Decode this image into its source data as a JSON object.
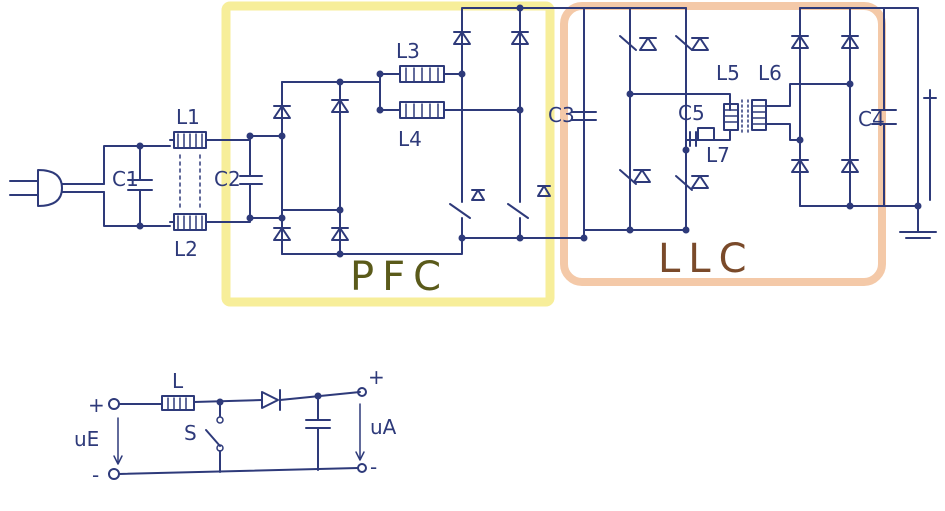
{
  "colors": {
    "ink": "#2e3a7a",
    "pfc_box": "#f7ee9a",
    "llc_box": "#f4c9a8",
    "pfc_text": "#5a5a1a",
    "llc_text": "#7a4a2a"
  },
  "blocks": {
    "pfc_label": "PFC",
    "llc_label": "LLC"
  },
  "components": {
    "L1": "L1",
    "L2": "L2",
    "L3": "L3",
    "L4": "L4",
    "L5": "L5",
    "L6": "L6",
    "L7": "L7",
    "C1": "C1",
    "C2": "C2",
    "C3": "C3",
    "C4": "C4",
    "C5": "C5"
  },
  "boost": {
    "inductor": "L",
    "switch": "S",
    "input_voltage": "uE",
    "output_voltage": "uA",
    "plus_in": "+",
    "minus_in": "-",
    "plus_out": "+",
    "minus_out": "-"
  },
  "icons": [
    "plug-icon",
    "diode-icon",
    "switch-icon",
    "ground-icon",
    "inductor-icon",
    "capacitor-icon"
  ]
}
